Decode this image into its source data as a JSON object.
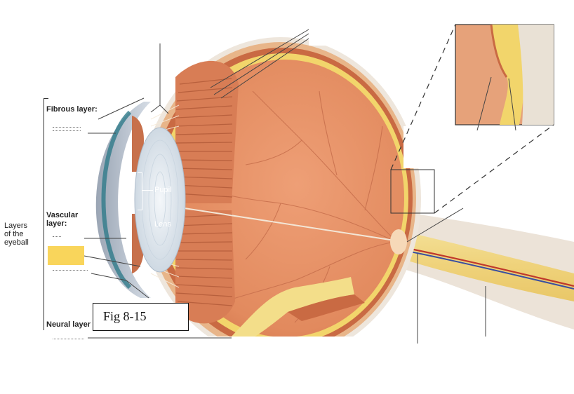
{
  "figure_label": "Fig 8-15",
  "group_label": "Layers\nof the\neyeball",
  "layers": {
    "fibrous": "Fibrous layer:",
    "vascular": "Vascular\nlayer:",
    "neural": "Neural layer"
  },
  "structures": {
    "pupil": "Pupil",
    "lens": "Lens"
  },
  "colors": {
    "highlight_box": "#f9d55b",
    "sclera": "#e8d9a0",
    "choroid": "#c96a43",
    "vitreous": "#e79a72",
    "retina_yellow": "#f2d56b"
  }
}
